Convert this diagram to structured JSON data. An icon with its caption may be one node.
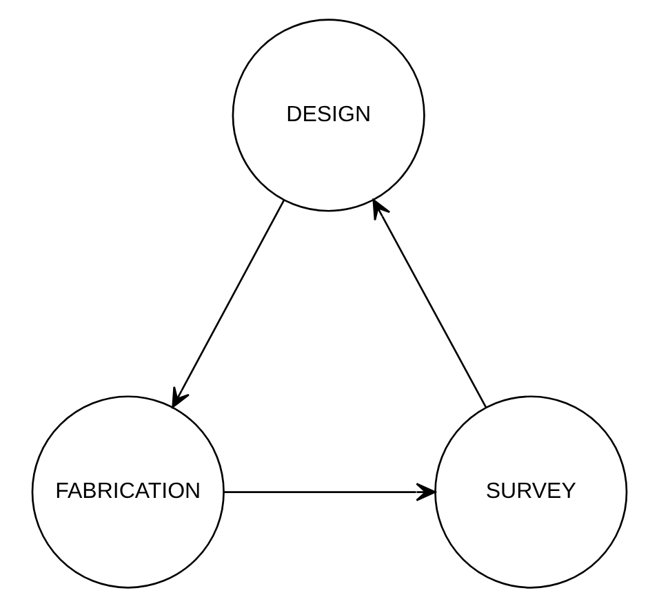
{
  "diagram": {
    "nodes": [
      {
        "text": [
          "DESIGN"
        ]
      },
      {
        "text": [
          "FABRICATION"
        ]
      },
      {
        "text": [
          "SURVEY"
        ]
      }
    ],
    "edges": [
      {
        "from": 0,
        "to": 1,
        "arrow": "to"
      },
      {
        "from": 1,
        "to": 2,
        "arrow": "to"
      },
      {
        "from": 2,
        "to": 0,
        "arrow": "to"
      }
    ]
  }
}
